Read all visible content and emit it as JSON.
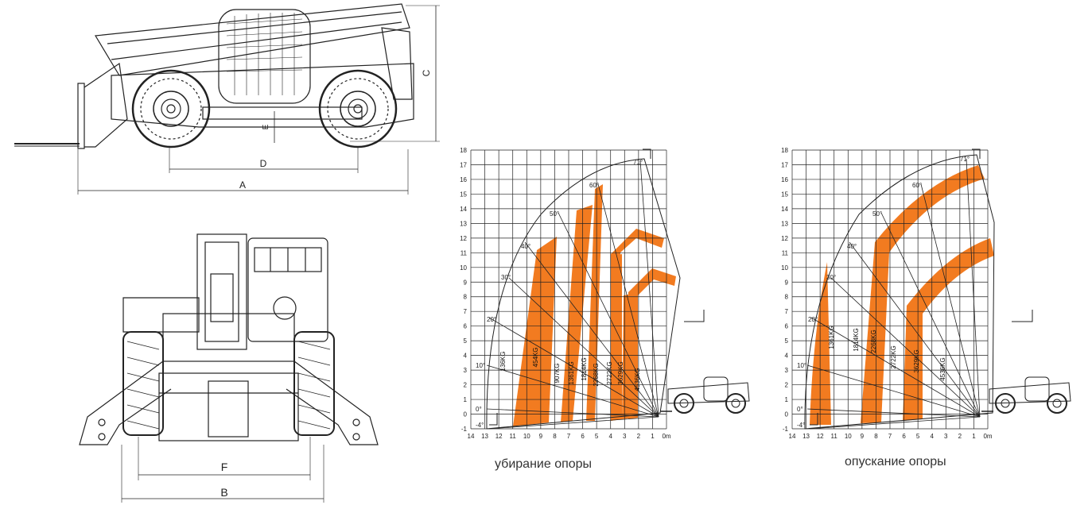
{
  "side_view": {
    "dimension_labels": {
      "A": "A",
      "C": "C",
      "D": "D",
      "E": "E"
    }
  },
  "front_view": {
    "dimension_labels": {
      "F": "F",
      "B": "B"
    }
  },
  "colors": {
    "zone": "#F27B20",
    "line": "#222222",
    "grid": "#222222"
  },
  "load_charts": [
    {
      "caption": "убирание опоры",
      "axis": {
        "y_ticks": [
          "18",
          "17",
          "16",
          "15",
          "14",
          "13",
          "12",
          "11",
          "10",
          "9",
          "8",
          "7",
          "6",
          "5",
          "4",
          "3",
          "2",
          "1",
          "0",
          "-1"
        ],
        "x_ticks": [
          "14",
          "13",
          "12",
          "11",
          "10",
          "9",
          "8",
          "7",
          "6",
          "5",
          "4",
          "3",
          "2",
          "1",
          "0m"
        ]
      },
      "angles": [
        "71°",
        "60°",
        "50°",
        "40°",
        "30°",
        "20°",
        "10°",
        "0°",
        "-4°"
      ],
      "zone_labels": [
        "136KG",
        "454KG",
        "907KG",
        "1361KG",
        "1814KG",
        "2268KG",
        "2722KG",
        "3629KG",
        "4536KG"
      ]
    },
    {
      "caption": "опускание опоры",
      "axis": {
        "y_ticks": [
          "18",
          "17",
          "16",
          "15",
          "14",
          "13",
          "12",
          "11",
          "10",
          "9",
          "8",
          "7",
          "6",
          "5",
          "4",
          "3",
          "2",
          "1",
          "0",
          "-1"
        ],
        "x_ticks": [
          "14",
          "13",
          "12",
          "11",
          "10",
          "9",
          "8",
          "7",
          "6",
          "5",
          "4",
          "3",
          "2",
          "1",
          "0m"
        ]
      },
      "angles": [
        "71°",
        "60°",
        "50°",
        "40°",
        "30°",
        "20°",
        "10°",
        "0°",
        "-4°"
      ],
      "zone_labels": [
        "1361KG",
        "1814KG",
        "2268KG",
        "2722KG",
        "3629KG",
        "4536KG"
      ]
    }
  ]
}
